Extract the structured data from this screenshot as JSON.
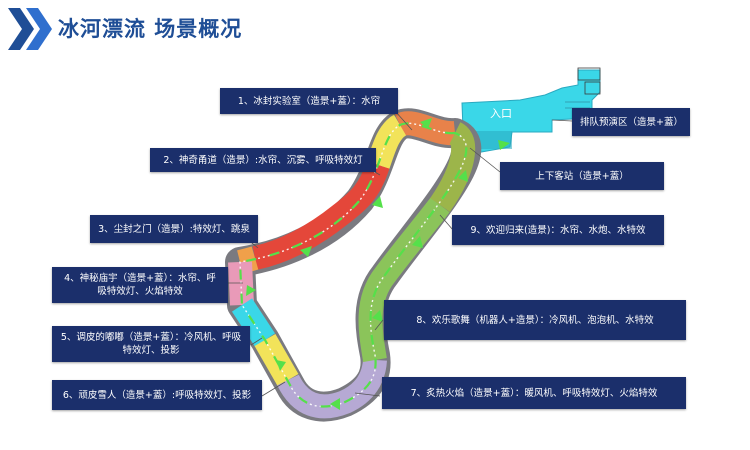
{
  "header": {
    "title": "冰河漂流  场景概况"
  },
  "map": {
    "entrance_label": "入口"
  },
  "zones": [
    {
      "id": "z1",
      "label": "1、冰封实验室（造景+蓋）：水帘"
    },
    {
      "id": "z2",
      "label": "2、神奇甬道（造景）:水帘、沉雾、呼吸特效灯"
    },
    {
      "id": "z3",
      "label": "3、尘封之门（造景）:特效灯、跳泉"
    },
    {
      "id": "z4",
      "label": "4、神秘庙宇（造景+蓋）：水帘、呼吸特效灯、火焰特效"
    },
    {
      "id": "z5",
      "label": "5、调皮的嘟嘟（造景+蓋）：冷风机、呼吸特效灯、投影"
    },
    {
      "id": "z6",
      "label": "6、顽皮雪人（造景+蓋）:呼吸特效灯、投影"
    },
    {
      "id": "z7",
      "label": "7、炙热火焰（造景+蓋）：暖风机、呼吸特效灯、火焰特效"
    },
    {
      "id": "z8",
      "label": "8、欢乐歌舞（机器人+造景）：冷风机、泡泡机、水特效"
    },
    {
      "id": "z9",
      "label": "9、欢迎归来(造景)：水帘、水炮、水特效"
    },
    {
      "id": "queue",
      "label": "排队预演区（造景+蓋）"
    },
    {
      "id": "station",
      "label": "上下客站（造景+蓋）"
    }
  ],
  "colors": {
    "title": "#1f4e96",
    "callout_bg": "#1b2f6b",
    "entrance": "#3ad7e8",
    "track_orange": "#e8824a",
    "track_yellow": "#f2e35a",
    "track_red": "#e4473a",
    "track_green": "#8bc45a",
    "track_pink": "#e99ab8",
    "track_cyan": "#3ad7e8",
    "track_lavender": "#b6a9d4",
    "flow_arrow": "#55e04a"
  }
}
